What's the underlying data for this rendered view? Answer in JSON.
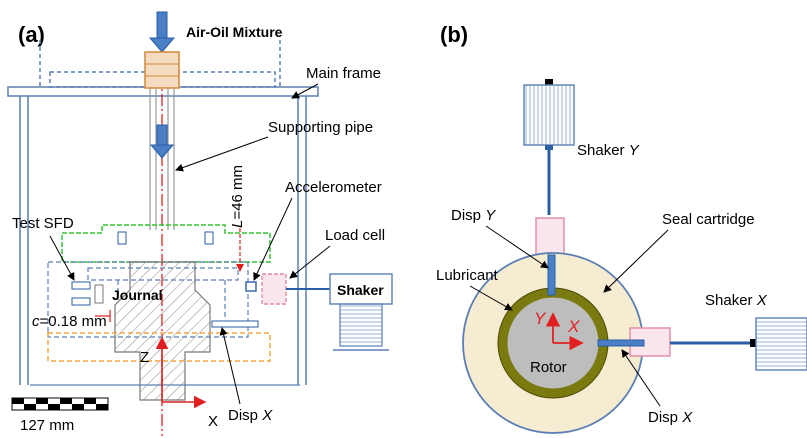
{
  "panels": {
    "a": "(a)",
    "b": "(b)"
  },
  "panel_a": {
    "air_oil_mixture": "Air-Oil Mixture",
    "main_frame": "Main frame",
    "supporting_pipe": "Supporting pipe",
    "accelerometer": "Accelerometer",
    "length_italic": "L",
    "length_value": "=46 mm",
    "load_cell": "Load cell",
    "test_sfd": "Test SFD",
    "shaker": "Shaker",
    "journal": "Journal",
    "clearance_italic": "c",
    "clearance_value": "=0.18 mm",
    "axis_z": "Z",
    "axis_x": "X",
    "disp": "Disp ",
    "disp_axis": "X",
    "scale_bar": "127 mm"
  },
  "panel_b": {
    "shaker_y": "Shaker ",
    "shaker_y_axis": "Y",
    "disp_y": "Disp ",
    "disp_y_axis": "Y",
    "seal_cartridge": "Seal cartridge",
    "lubricant": "Lubricant",
    "axis_y": "Y",
    "axis_x": "X",
    "rotor": "Rotor",
    "shaker_x": "Shaker ",
    "shaker_x_axis": "X",
    "disp_x": "Disp ",
    "disp_x_axis": "X"
  },
  "colors": {
    "frame_blue": "#5b7fb5",
    "pipe_orange": "#e8a050",
    "seal_green": "#35c035",
    "base_orange": "#f4a640",
    "centerline_red": "#e02020",
    "lubricant_olive": "#7a7a10",
    "seal_beige": "#f5ecd2",
    "rotor_gray": "#bdbdbd",
    "shaker_fill": "#dfe9f7",
    "seal_pink": "#e08aa0"
  }
}
